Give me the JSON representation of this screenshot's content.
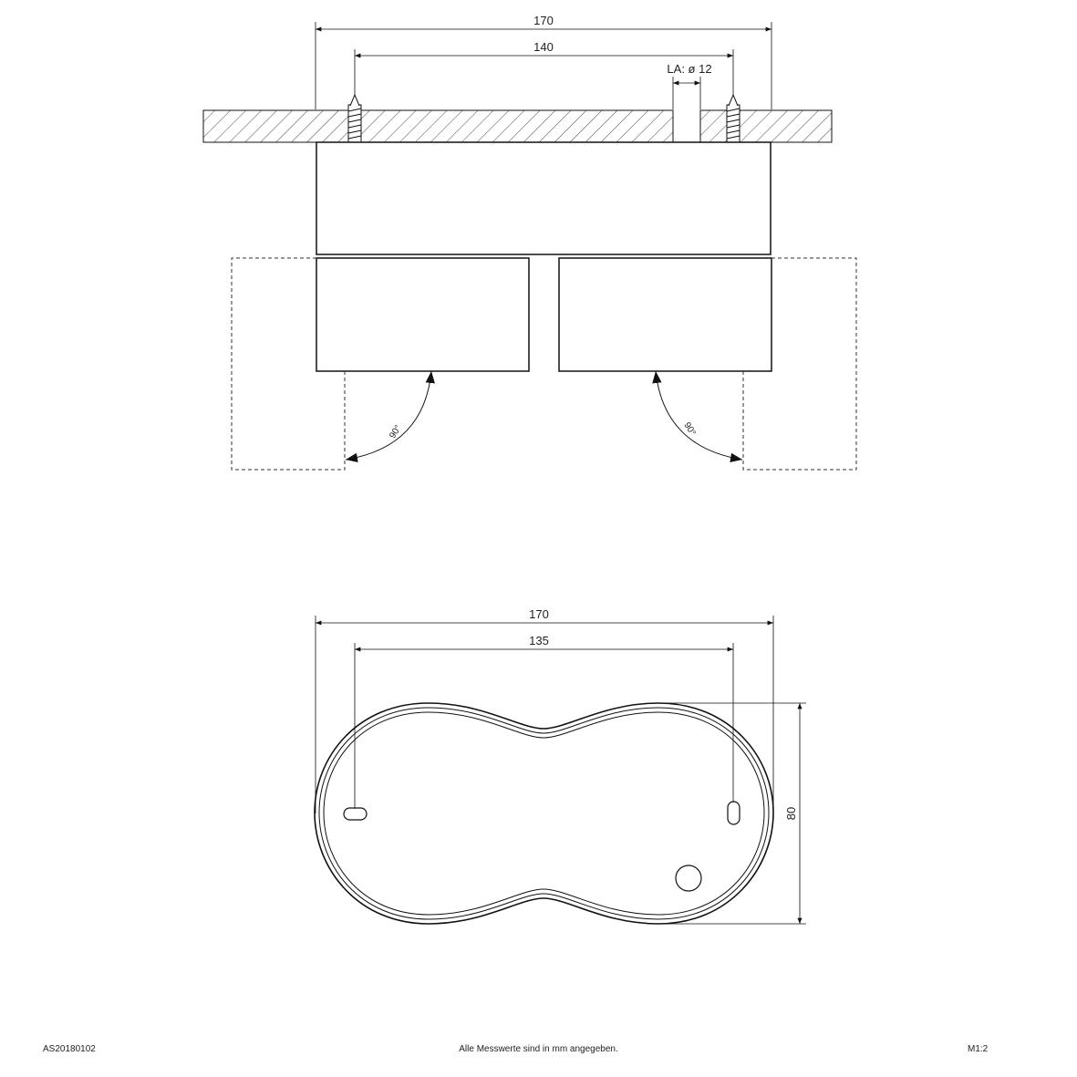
{
  "side_view": {
    "dim_total": "170",
    "dim_mount": "140",
    "dim_cable": "LA: ø 12",
    "angle_left": "90°",
    "angle_right": "90°"
  },
  "top_view": {
    "dim_total": "170",
    "dim_holes": "135",
    "dim_depth": "80"
  },
  "footer": {
    "article_no": "AS20180102",
    "note": "Alle Messwerte sind in mm angegeben.",
    "scale": "M1:2"
  }
}
